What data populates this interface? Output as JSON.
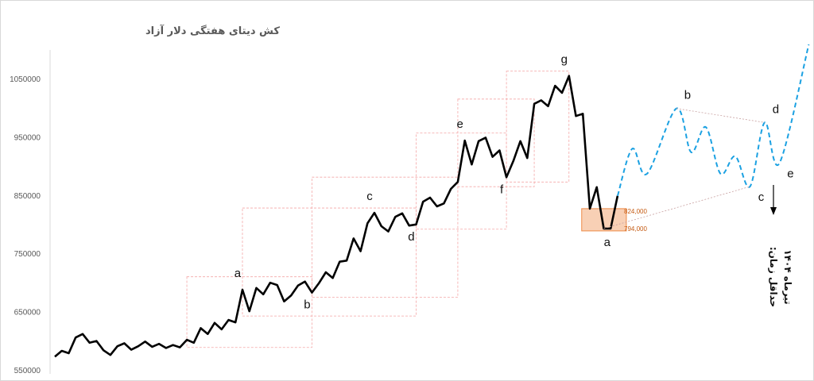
{
  "chart_data": {
    "type": "line",
    "title": "کش دیتای هفتگی دلار آزاد",
    "xlabel": "",
    "ylabel": "",
    "ylim": [
      550000,
      1100000
    ],
    "y_ticks": [
      "550000",
      "650000",
      "750000",
      "850000",
      "950000",
      "1050000"
    ],
    "grid": false,
    "legend": "none",
    "series": [
      {
        "role": "actual",
        "color": "#000000",
        "values": [
          574000,
          584000,
          580000,
          607000,
          613000,
          598000,
          601000,
          585000,
          577000,
          592000,
          597000,
          586000,
          592000,
          600000,
          591000,
          596000,
          589000,
          594000,
          590000,
          603000,
          598000,
          623000,
          613000,
          632000,
          621000,
          637000,
          633000,
          689000,
          652000,
          692000,
          681000,
          701000,
          697000,
          669000,
          679000,
          696000,
          703000,
          684000,
          700000,
          719000,
          709000,
          737000,
          739000,
          777000,
          755000,
          803000,
          821000,
          798000,
          789000,
          814000,
          820000,
          799000,
          801000,
          840000,
          847000,
          832000,
          837000,
          862000,
          874000,
          945000,
          904000,
          944000,
          950000,
          917000,
          928000,
          882000,
          910000,
          944000,
          915000,
          1008000,
          1014000,
          1004000,
          1039000,
          1027000,
          1056000,
          987000,
          991000,
          828000,
          865000,
          794000,
          794000,
          850000
        ]
      },
      {
        "role": "forecast",
        "color": "#1ba1e2",
        "points": [
          [
            0,
            850000
          ],
          [
            2,
            931000
          ],
          [
            4,
            888000
          ],
          [
            8,
            1000000
          ],
          [
            10,
            925000
          ],
          [
            12,
            968000
          ],
          [
            14,
            888000
          ],
          [
            16,
            918000
          ],
          [
            18,
            866000
          ],
          [
            20,
            976000
          ],
          [
            22,
            906000
          ],
          [
            26,
            1110000
          ]
        ]
      }
    ],
    "wave_labels": {
      "first_leg": [
        "a",
        "b",
        "c",
        "d",
        "e",
        "f",
        "g"
      ],
      "current_leg": [
        "a"
      ],
      "forecast": [
        "b",
        "c",
        "d",
        "e"
      ]
    },
    "support_zone": {
      "low": 794000,
      "high": 824000,
      "low_label": "794,000",
      "high_label": "824,000",
      "fill": "#f8cbad",
      "stroke": "#ed7d31"
    },
    "annotation": {
      "lines": [
        "حداقل زمان:",
        "تیرماه ۱۴۰۴"
      ]
    }
  }
}
